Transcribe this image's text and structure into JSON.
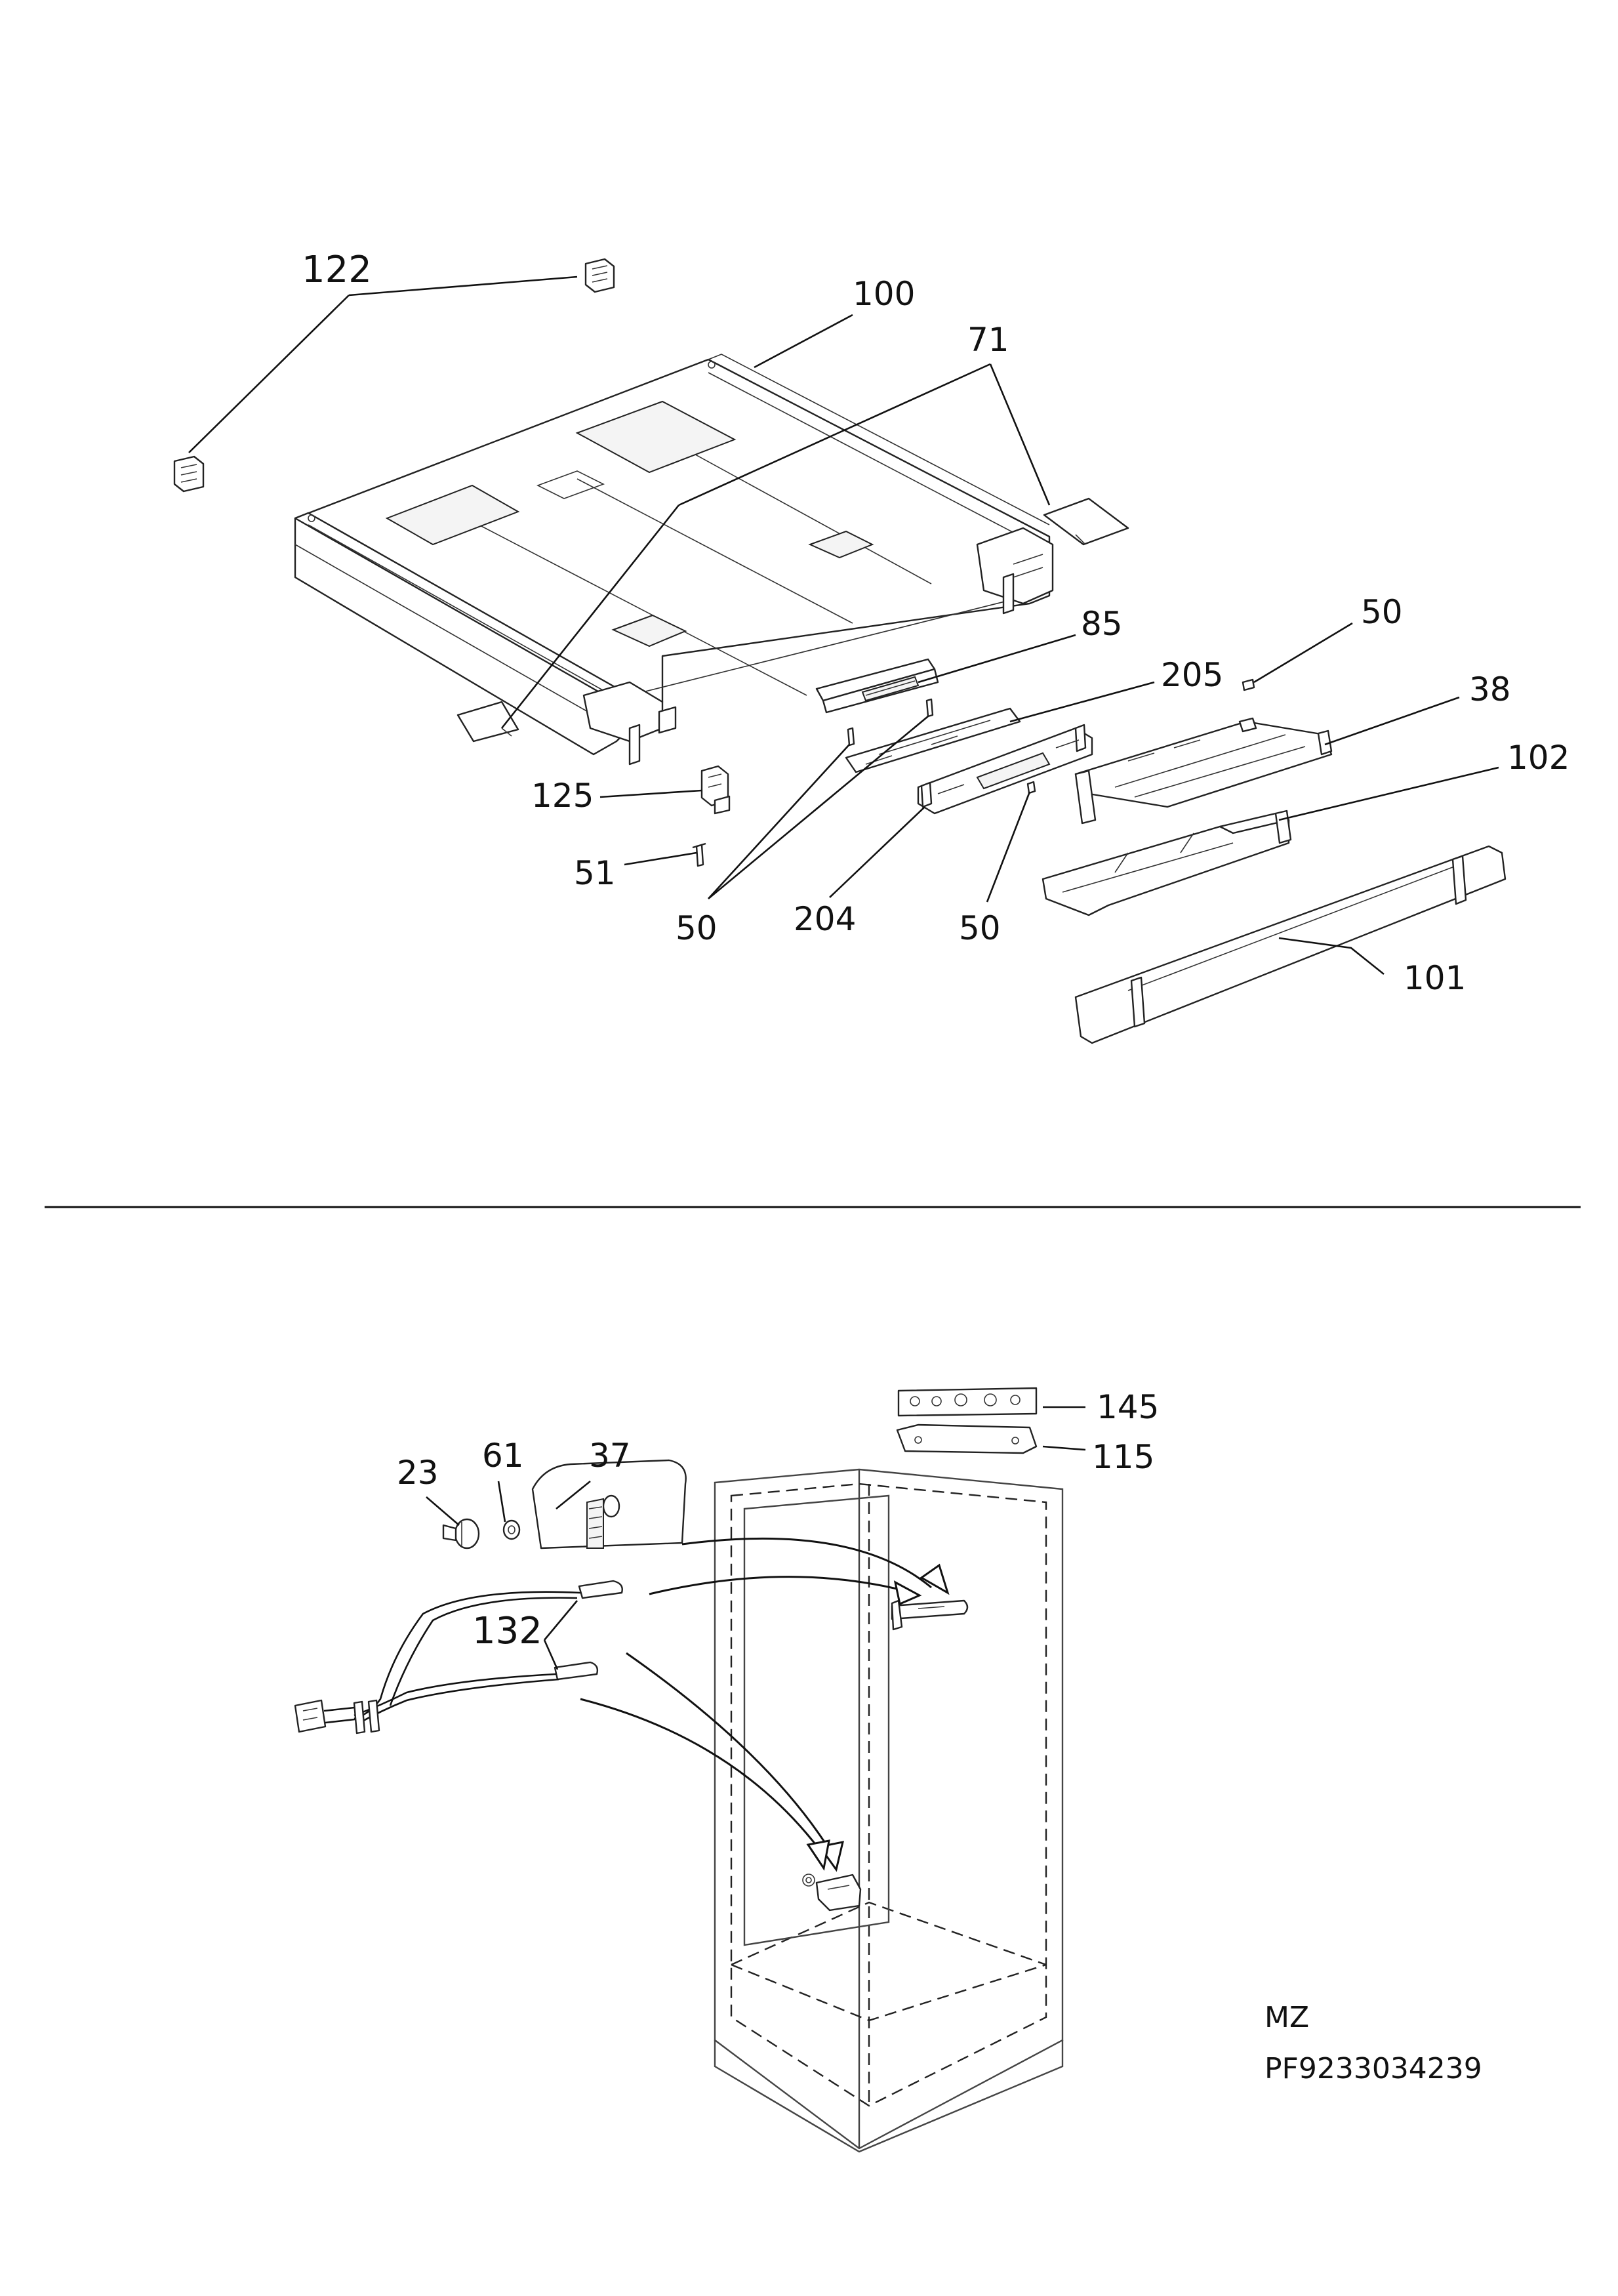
{
  "labels": {
    "p122": "122",
    "p100": "100",
    "p71": "71",
    "p85": "85",
    "p50_right": "50",
    "p205": "205",
    "p38": "38",
    "p102": "102",
    "p125": "125",
    "p51": "51",
    "p50_left": "50",
    "p204": "204",
    "p50_mid": "50",
    "p101": "101",
    "p145": "145",
    "p115": "115",
    "p23": "23",
    "p61": "61",
    "p37": "37",
    "p132": "132"
  },
  "footer": {
    "code": "MZ",
    "part_number": "PF9233034239"
  }
}
